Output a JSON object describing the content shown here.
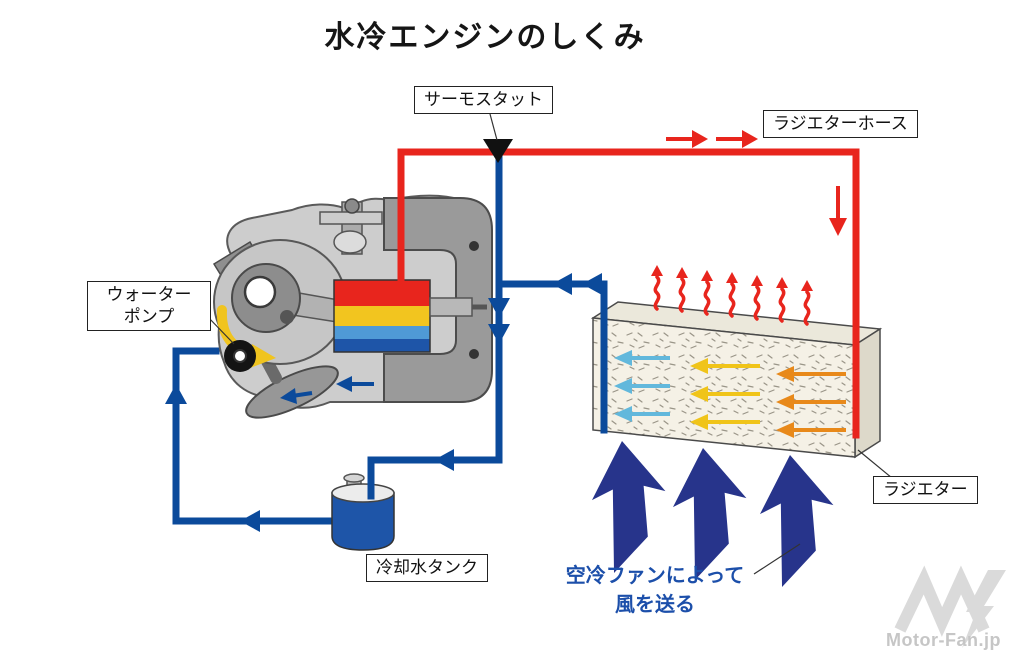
{
  "title": "水冷エンジンのしくみ",
  "labels": {
    "thermostat": "サーモスタット",
    "radiator_hose": "ラジエターホース",
    "water_pump": [
      "ウォーター",
      "ポンプ"
    ],
    "radiator": "ラジエター",
    "coolant_tank": "冷却水タンク"
  },
  "caption": {
    "fan_line1": "空冷ファンによって",
    "fan_line2": "風を送る"
  },
  "watermark": "Motor-Fan.jp",
  "colors": {
    "hot_coolant_pipe": "#e8251d",
    "cold_coolant_pipe": "#0b4a9b",
    "fan_arrow": "#27348b",
    "caption_text": "#1c4faa",
    "tank_fill": "#1e55a8",
    "radiator_flow_hot": "#e8891a",
    "radiator_flow_warm": "#f0c419",
    "radiator_flow_cool": "#62b8dc"
  }
}
